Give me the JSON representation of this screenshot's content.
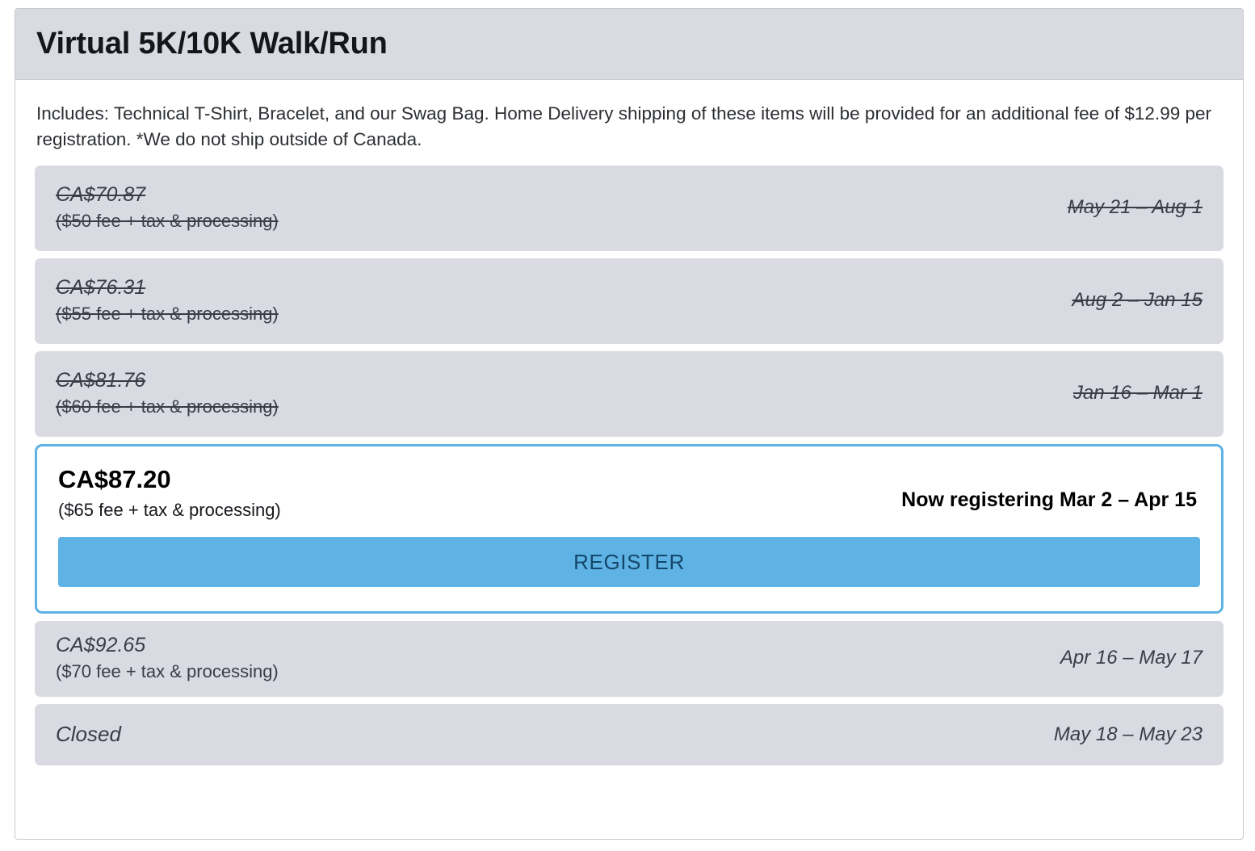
{
  "header": {
    "title": "Virtual 5K/10K Walk/Run"
  },
  "description": "Includes: Technical T-Shirt, Bracelet, and our Swag Bag. Home Delivery shipping of these items will be provided for an additional fee of $12.99 per registration. *We do not ship outside of Canada.",
  "colors": {
    "header_background": "#dadae3",
    "row_background": "#dadae3",
    "active_border": "#5eb3e4",
    "register_button_background": "#5eb3e4",
    "register_button_text": "#14476b",
    "card_border": "#c9c9d2",
    "muted_text": "#3a3d46"
  },
  "price_rows": [
    {
      "state": "past",
      "amount": "CA$70.87",
      "fee": "($50 fee + tax & processing)",
      "dates": "May 21 – Aug 1"
    },
    {
      "state": "past",
      "amount": "CA$76.31",
      "fee": "($55 fee + tax & processing)",
      "dates": "Aug 2 – Jan 15"
    },
    {
      "state": "past",
      "amount": "CA$81.76",
      "fee": "($60 fee + tax & processing)",
      "dates": "Jan 16 – Mar 1"
    },
    {
      "state": "active",
      "amount": "CA$87.20",
      "fee": "($65 fee + tax & processing)",
      "dates": "Now registering Mar 2 – Apr 15",
      "button_label": "REGISTER"
    },
    {
      "state": "upcoming",
      "amount": "CA$92.65",
      "fee": "($70 fee + tax & processing)",
      "dates": "Apr 16 – May 17"
    },
    {
      "state": "closed",
      "amount": "Closed",
      "fee": "",
      "dates": "May 18 – May 23"
    }
  ]
}
